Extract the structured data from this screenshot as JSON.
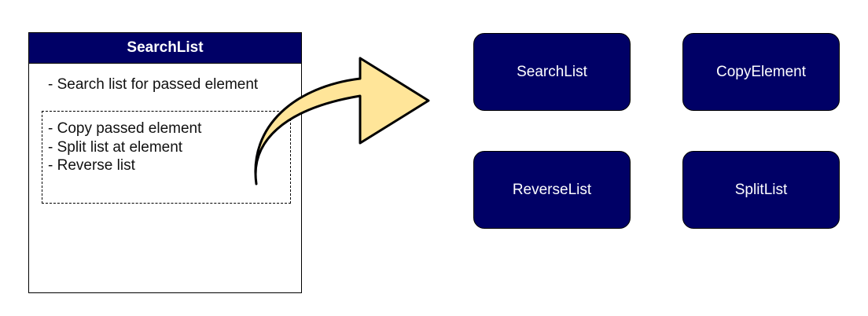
{
  "source_class": {
    "title": "SearchList",
    "methods": [
      "- Search list for passed element",
      "- Copy passed element",
      "- Split list at element",
      "- Reverse list"
    ]
  },
  "extracted_classes": [
    "SearchList",
    "CopyElement",
    "ReverseList",
    "SplitList"
  ],
  "colors": {
    "class_fill": "#000066",
    "arrow_fill": "#FFE599",
    "outline": "#000000"
  },
  "icons": {
    "transform_arrow": "curved-arrow-icon"
  }
}
